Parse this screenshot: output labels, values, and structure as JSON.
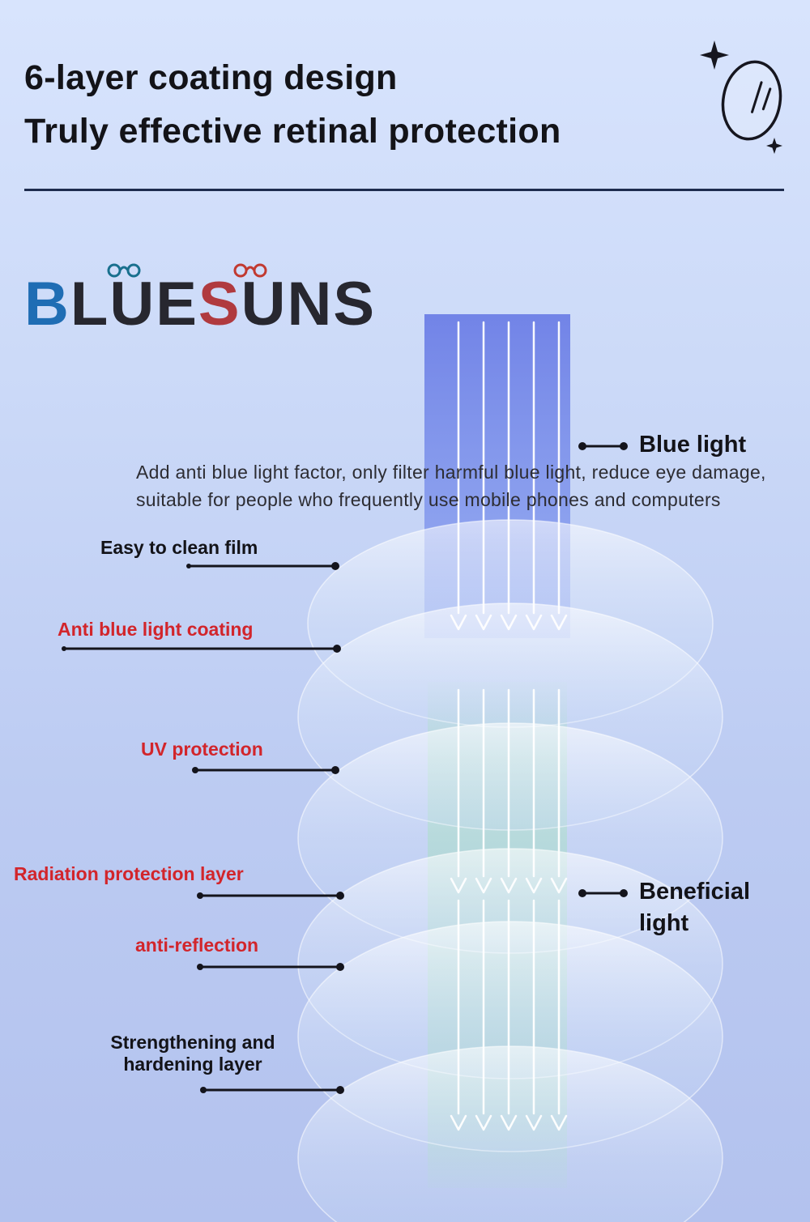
{
  "header": {
    "title_line1": "6-layer coating design",
    "title_line2": "Truly effective retinal protection"
  },
  "logo": {
    "name": "BLUESUNS",
    "part_b": "B",
    "part_lue": "LUE",
    "part_s": "S",
    "part_uns": "UNS"
  },
  "description": {
    "line1": "Add anti blue light factor, only filter harmful blue light, reduce eye damage,",
    "line2": "suitable for people who frequently use mobile phones and computers"
  },
  "light_labels": {
    "blue_light": "Blue light",
    "beneficial_line1": "Beneficial",
    "beneficial_line2": "light"
  },
  "layer_labels": {
    "easy_clean": "Easy to clean film",
    "anti_blue": "Anti blue light coating",
    "uv": "UV protection",
    "radiation": "Radiation protection layer",
    "anti_reflection": "anti-reflection",
    "strengthening_line1": "Strengthening and",
    "strengthening_line2": "hardening layer"
  },
  "icons": {
    "mirror": "mirror-icon",
    "sparkle": "sparkle-icon",
    "glasses_teal": "glasses-icon-teal",
    "glasses_red": "glasses-icon-red"
  },
  "colors": {
    "background_top": "#d8e4fd",
    "background_bottom": "#b3c2ee",
    "title_text": "#131318",
    "red_label": "#d2252b",
    "logo_blue": "#1f6db4",
    "logo_red": "#b03a3f",
    "blue_beam": "#6d7fe6",
    "green_beam": "#8fd9ab",
    "divider": "#1e2c4e"
  }
}
